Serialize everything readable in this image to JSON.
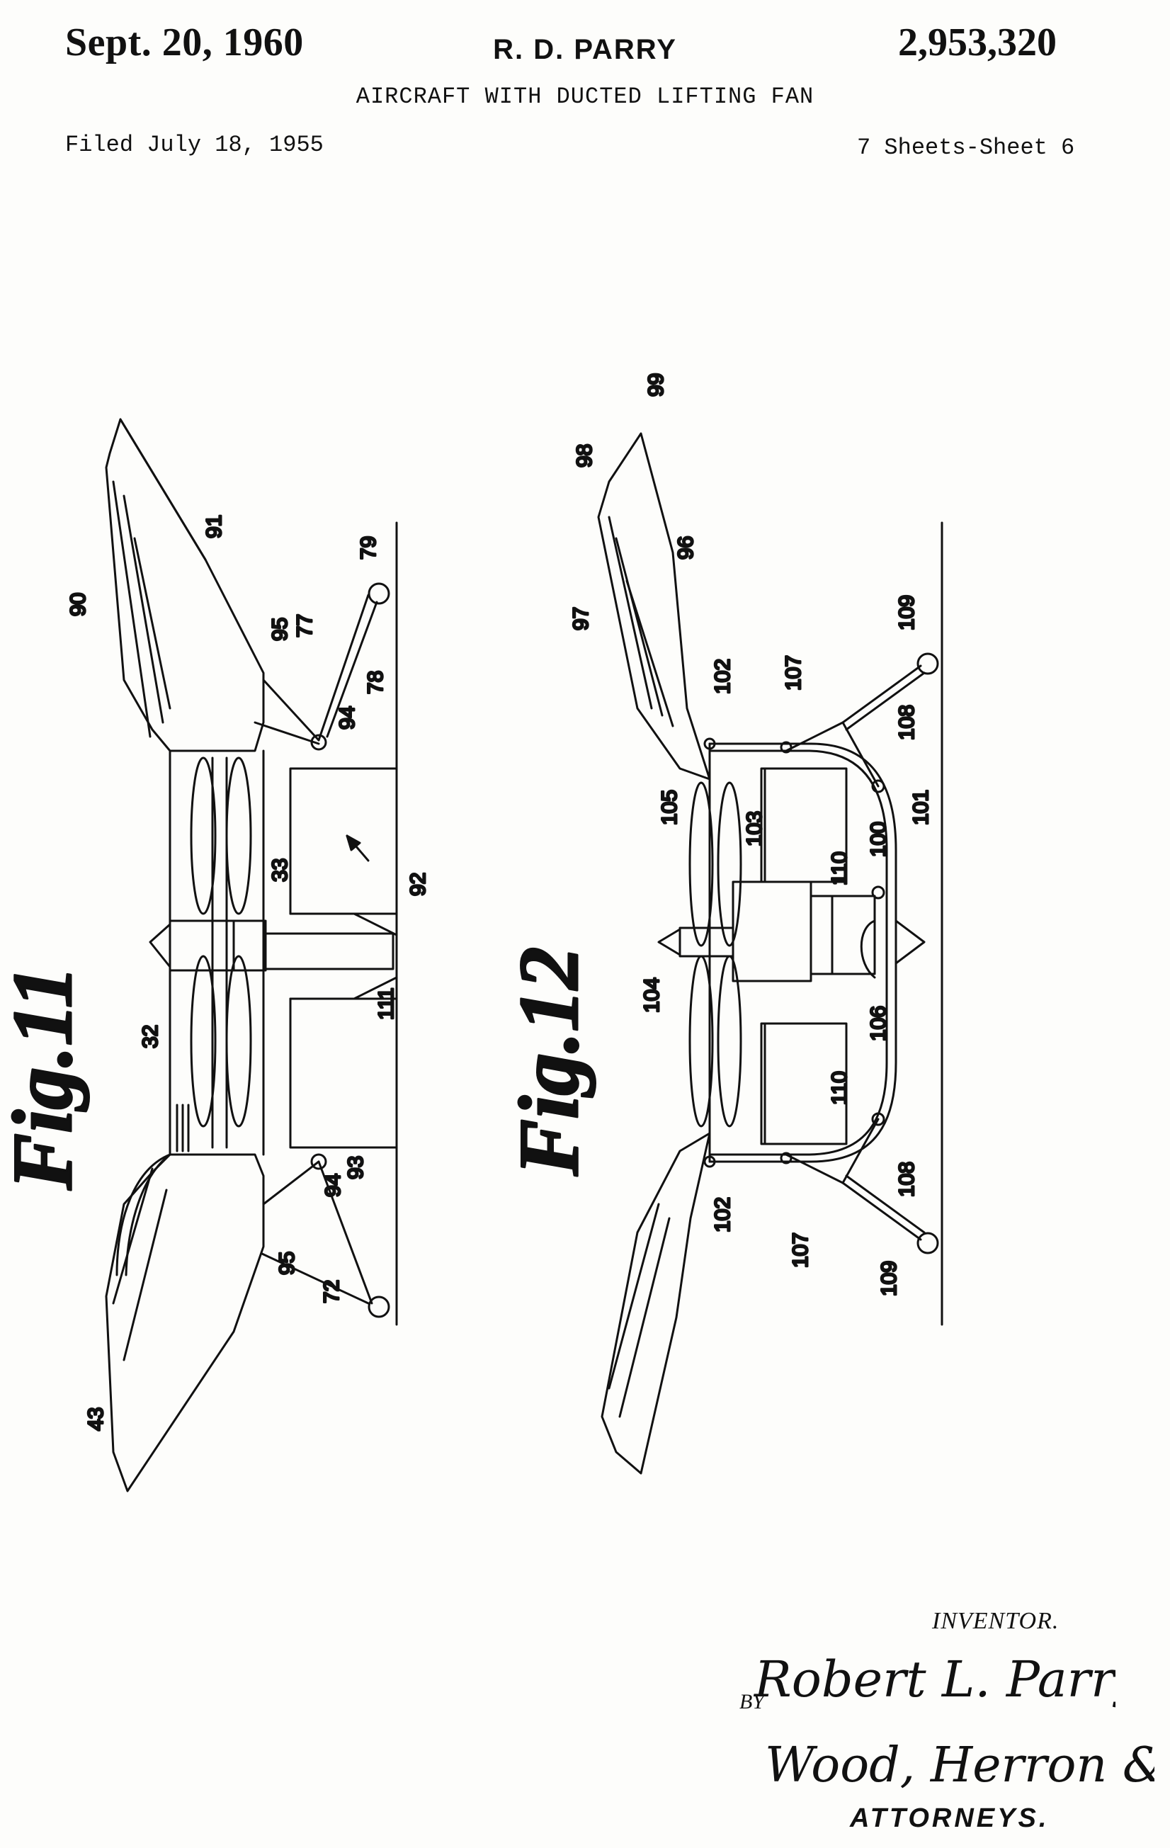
{
  "header": {
    "date": "Sept. 20, 1960",
    "inventor": "R. D. PARRY",
    "patent_number": "2,953,320",
    "title": "AIRCRAFT WITH DUCTED LIFTING FAN",
    "filed": "Filed July 18, 1955",
    "sheets": "7 Sheets-Sheet 6"
  },
  "figures": {
    "fig11": {
      "caption": "Fig.11",
      "refs": [
        "90",
        "91",
        "95",
        "77",
        "79",
        "78",
        "94",
        "33",
        "92",
        "32",
        "111",
        "93",
        "94",
        "43",
        "95",
        "72"
      ]
    },
    "fig12": {
      "caption": "Fig.12",
      "refs": [
        "99",
        "98",
        "96",
        "97",
        "102",
        "107",
        "109",
        "108",
        "101",
        "105",
        "103",
        "100",
        "110",
        "104",
        "106",
        "110",
        "102",
        "107",
        "108",
        "109"
      ]
    }
  },
  "signature": {
    "inventor_label": "INVENTOR.",
    "inventor_signature": "Robert L. Parry",
    "by_label": "BY",
    "attorney_signature": "Wood, Herron & Evans",
    "attorneys_label": "ATTORNEYS."
  }
}
